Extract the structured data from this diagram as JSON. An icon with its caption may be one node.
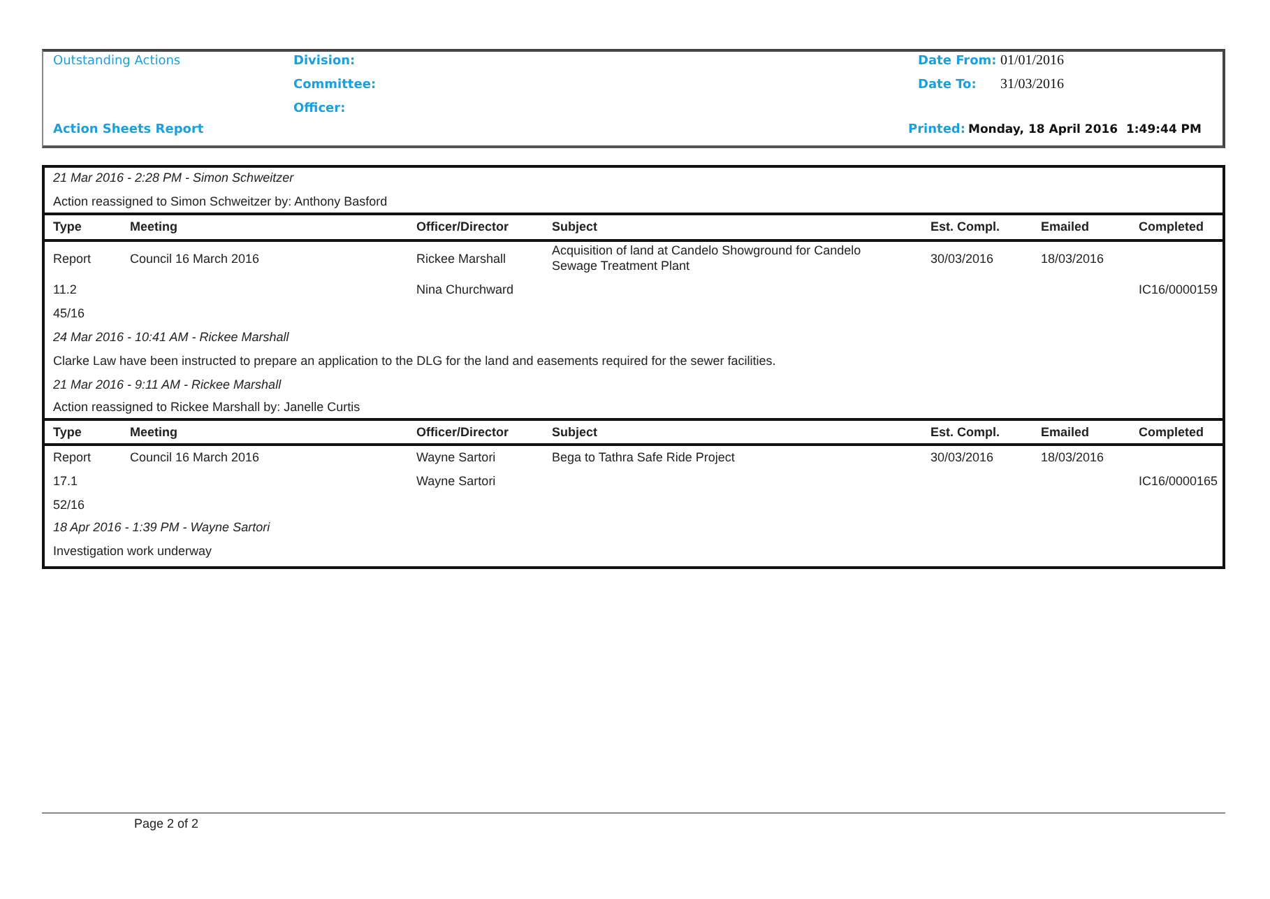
{
  "diagram": {
    "labels": [
      "Outstanding Actions",
      "Division:",
      "Date From:",
      "01/01/2016",
      "Committee:",
      "Date To:",
      "31/03/2016",
      "Officer:",
      "Action Sheets Report",
      "Printed:",
      "Monday, 18 April 2016  1:49:44 PM",
      "21 Mar 2016 - 2:28 PM - Simon Schweitzer",
      "Action reassigned to Simon Schweitzer by: Anthony Basford",
      "Type",
      "Meeting",
      "Officer/Director",
      "Subject",
      "Est. Compl.",
      "Emailed",
      "Completed",
      "Report",
      "Council 16 March 2016",
      "Rickee Marshall",
      "Acquisition of land at Candelo Showground for Candelo Sewage Treatment Plant",
      "30/03/2016",
      "18/03/2016",
      "11.2",
      "Nina Churchward",
      "IC16/0000159",
      "45/16",
      "24 Mar 2016 - 10:41 AM - Rickee Marshall",
      "Clarke Law have been instructed to prepare an application to the DLG for the land and easements required for the sewer facilities.",
      "21 Mar 2016 - 9:11 AM - Rickee Marshall",
      "Action reassigned to Rickee Marshall by: Janelle Curtis",
      "Type",
      "Meeting",
      "Officer/Director",
      "Subject",
      "Est. Compl.",
      "Emailed",
      "Completed",
      "Report",
      "Council 16 March 2016",
      "Wayne Sartori",
      "Bega to Tathra Safe Ride Project",
      "30/03/2016",
      "18/03/2016",
      "17.1",
      "Wayne Sartori",
      "IC16/0000165",
      "52/16",
      "18 Apr 2016 - 1:39 PM - Wayne Sartori",
      "Investigation work underway",
      "Page 2 of 2"
    ]
  }
}
